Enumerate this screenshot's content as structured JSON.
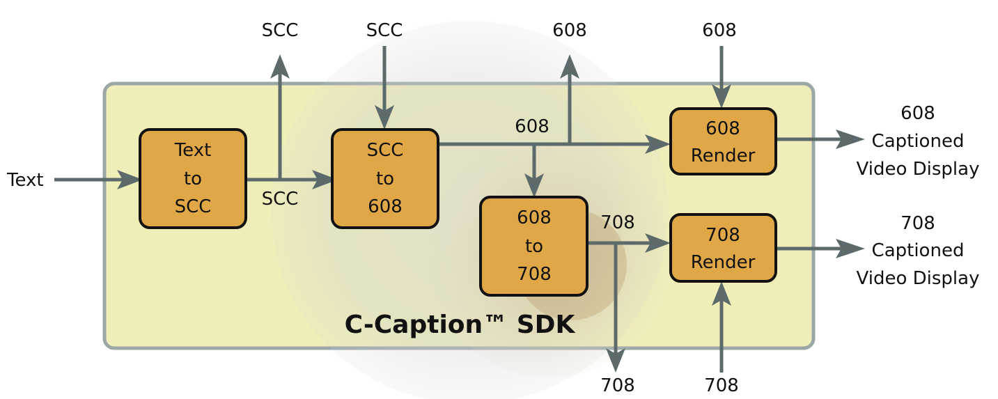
{
  "diagram": {
    "sdk_title": "C-Caption™ SDK",
    "blocks": [
      {
        "id": "text-to-scc",
        "lines": [
          "Text",
          "to",
          "SCC"
        ]
      },
      {
        "id": "scc-to-608",
        "lines": [
          "SCC",
          "to",
          "608"
        ]
      },
      {
        "id": "608-to-708",
        "lines": [
          "608",
          "to",
          "708"
        ]
      },
      {
        "id": "608-render",
        "lines": [
          "608",
          "Render"
        ]
      },
      {
        "id": "708-render",
        "lines": [
          "708",
          "Render"
        ]
      }
    ],
    "labels": {
      "text_input": "Text",
      "scc_out_top": "SCC",
      "scc_in_top": "SCC",
      "scc_mid": "SCC",
      "out_608_top": "608",
      "in_608_top": "608",
      "mid_608": "608",
      "mid_708": "708",
      "out_708_bottom": "708",
      "in_708_bottom": "708"
    },
    "outputs": [
      {
        "id": "608-output",
        "lines": [
          "608",
          "Captioned",
          "Video Display"
        ]
      },
      {
        "id": "708-output",
        "lines": [
          "708",
          "Captioned",
          "Video Display"
        ]
      }
    ]
  },
  "colors": {
    "panel_fill": "#f0eeb8",
    "panel_border": "#9ba6a6",
    "block_fill": "#e0a746",
    "arrow": "#5c6a6b"
  }
}
